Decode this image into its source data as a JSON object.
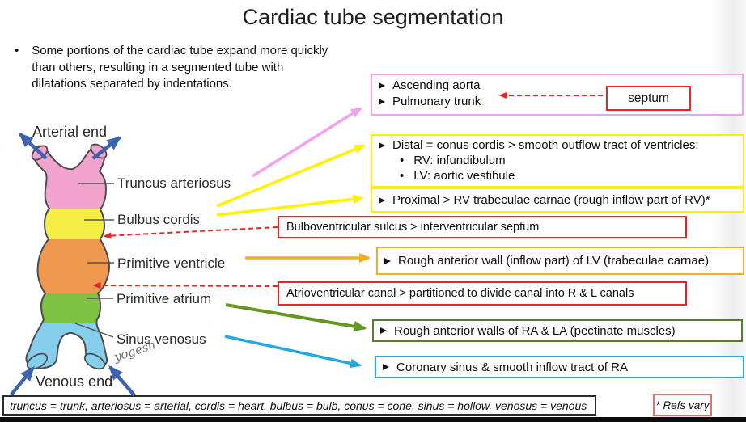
{
  "slide": {
    "title": "Cardiac tube segmentation",
    "intro_bullet": "Some portions of the cardiac tube expand more quickly than others, resulting in a segmented tube with dilatations separated by indentations."
  },
  "diagram": {
    "arterial_label": "Arterial end",
    "venous_label": "Venous end",
    "signature": "yogesh",
    "segments": [
      {
        "name": "Truncus arteriosus",
        "color": "#f2a3ce"
      },
      {
        "name": "Bulbus cordis",
        "color": "#f5ee45"
      },
      {
        "name": "Primitive ventricle",
        "color": "#ef9950"
      },
      {
        "name": "Primitive atrium",
        "color": "#7ec243"
      },
      {
        "name": "Sinus venosus",
        "color": "#85ceec"
      }
    ]
  },
  "annotations": {
    "truncus_box": {
      "items": [
        "Ascending aorta",
        "Pulmonary trunk"
      ],
      "border_color": "#f2a0f0"
    },
    "septum_box": {
      "label": "septum",
      "border_color": "#ee2222"
    },
    "bulbus_distal_box": {
      "heading": "Distal = conus cordis > smooth outflow tract of ventricles:",
      "items": [
        "RV: infundibulum",
        "LV: aortic vestibule"
      ],
      "border_color": "#fbf000"
    },
    "bulbus_proximal_box": {
      "text": "Proximal > RV trabeculae carnae (rough inflow part of RV)*",
      "border_color": "#fbf000"
    },
    "bulboventricular_box": {
      "text": "Bulboventricular sulcus > interventricular septum",
      "border_color": "#ee2222"
    },
    "ventricle_box": {
      "text": "Rough anterior wall (inflow part) of LV (trabeculae carnae)",
      "border_color": "#efaf25"
    },
    "av_canal_box": {
      "text": "Atrioventricular canal > partitioned to divide canal into R & L canals",
      "border_color": "#ee2222"
    },
    "atrium_box": {
      "text": "Rough anterior walls of RA & LA (pectinate muscles)",
      "border_color": "#567f2f"
    },
    "sinus_box": {
      "text": "Coronary sinus & smooth inflow tract of RA",
      "border_color": "#29a7e0"
    }
  },
  "footer": {
    "definitions": "truncus = trunk, arteriosus = arterial, cordis = heart, bulbus = bulb, conus = cone, sinus = hollow, venosus = venous",
    "refs_note": "* Refs vary"
  },
  "colors": {
    "arrow_pink": "#f2a0f0",
    "arrow_yellow": "#fff200",
    "arrow_gold": "#efaf25",
    "arrow_green": "#63971f",
    "arrow_blue": "#29a7e0",
    "arrow_navy": "#3c63ae",
    "arrow_red_dashed": "#ee2222",
    "tube_outline": "#4d4d4d"
  }
}
